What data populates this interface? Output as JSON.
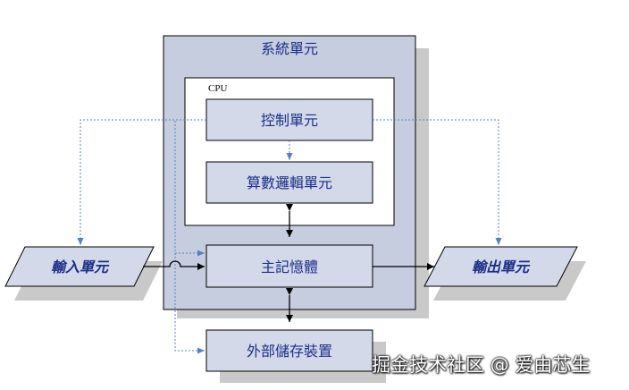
{
  "diagram": {
    "system_unit_label": "系統單元",
    "cpu_label": "CPU",
    "control_unit_label": "控制單元",
    "alu_label": "算數邏輯單元",
    "main_memory_label": "主記憶體",
    "external_storage_label": "外部儲存裝置",
    "input_unit_label": "輸入單元",
    "output_unit_label": "輸出單元"
  },
  "watermark": {
    "text": "掘金技术社区 @ 爱由芯生"
  },
  "colors": {
    "system_fill": "#c5cddf",
    "box_fill": "#d3d9e8",
    "inner_fill": "#ffffff",
    "text_blue": "#1c2f8a",
    "dotted_arrow": "#5b7fc0",
    "solid_arrow": "#000000",
    "shadow": "#c9c9c9"
  }
}
